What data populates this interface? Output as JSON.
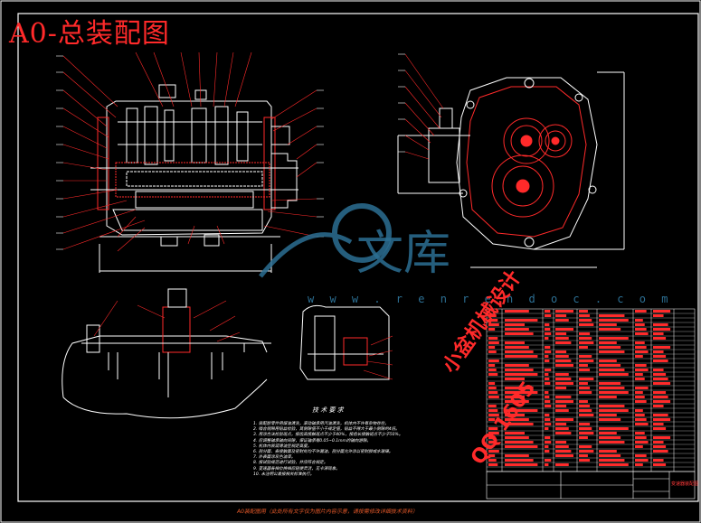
{
  "drawing": {
    "title": "A0-总装配图",
    "watermark_brand": "文库",
    "watermark_url": "w w w . r e n r e n d o c . c o m",
    "stamp_line1": "小盆机械设计",
    "stamp_line2": "QQ 1605",
    "notes_heading": "技 术 要 求",
    "notes": [
      "1. 装配前零件用煤油清洗，滚动轴承用汽油清洗，机体内不许有杂物存在。",
      "2. 啮合侧隙用铅丝检验，其侧隙值不小于规定值，铅丝不得大于最小侧隙的4倍。",
      "3. 用涂色法检验斑点，按齿高接触斑点不少于40%，按齿长接触斑点不少于50%。",
      "4. 应调整轴承轴向间隙，保证轴承有0.05~0.1mm的轴向游隙。",
      "5. 机体内装润滑油至规定高度。",
      "6. 剖分面、各接触面及密封处均不许漏油，剖分面允许涂以密封胶或水玻璃。",
      "7. 外表面涂灰色油漆。",
      "8. 按试验规范进行试验，并应符合规定。",
      "9. 变速器各挡位换挡应轻便灵活，无卡滞现象。",
      "10. 未注明公差按相关标准执行。"
    ],
    "footer_note": "A0装配图用（此处所有文字仅为图片内容示意，请按需修改详细技术资料）",
    "title_block_label": "变速器装配图"
  },
  "colors": {
    "background": "#000000",
    "frame": "#ffffff",
    "outline": "#ffffff",
    "leader": "#ff2a2a",
    "hatch": "#ff2a2a",
    "gear": "#ff2a2a",
    "watermark": "#2c6f93",
    "stamp": "#ff2a2a",
    "table_text": "#ff2a2a"
  }
}
